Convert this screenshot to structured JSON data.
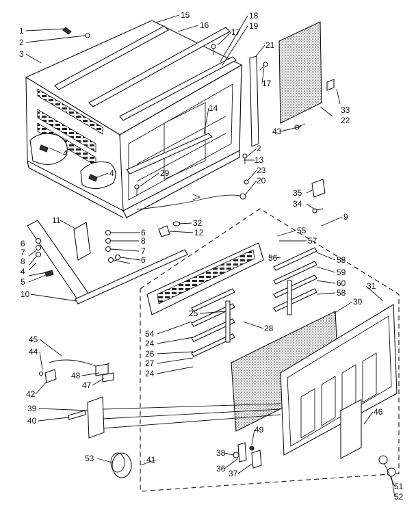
{
  "labels": [
    "1",
    "2",
    "3",
    "15",
    "16",
    "17",
    "18",
    "19",
    "21",
    "17",
    "33",
    "22",
    "14",
    "4",
    "4",
    "43",
    "2",
    "13",
    "29",
    "23",
    "20",
    "35",
    "34",
    "11",
    "32",
    "12",
    "6",
    "8",
    "7",
    "6",
    "6",
    "7",
    "8",
    "4",
    "5",
    "9",
    "55",
    "57",
    "56",
    "58",
    "59",
    "60",
    "58",
    "31",
    "30",
    "10",
    "25",
    "54",
    "24",
    "26",
    "27",
    "24",
    "28",
    "45",
    "44",
    "48",
    "47",
    "42",
    "39",
    "40",
    "41",
    "38",
    "49",
    "36",
    "37",
    "46",
    "53",
    "51",
    "52"
  ]
}
